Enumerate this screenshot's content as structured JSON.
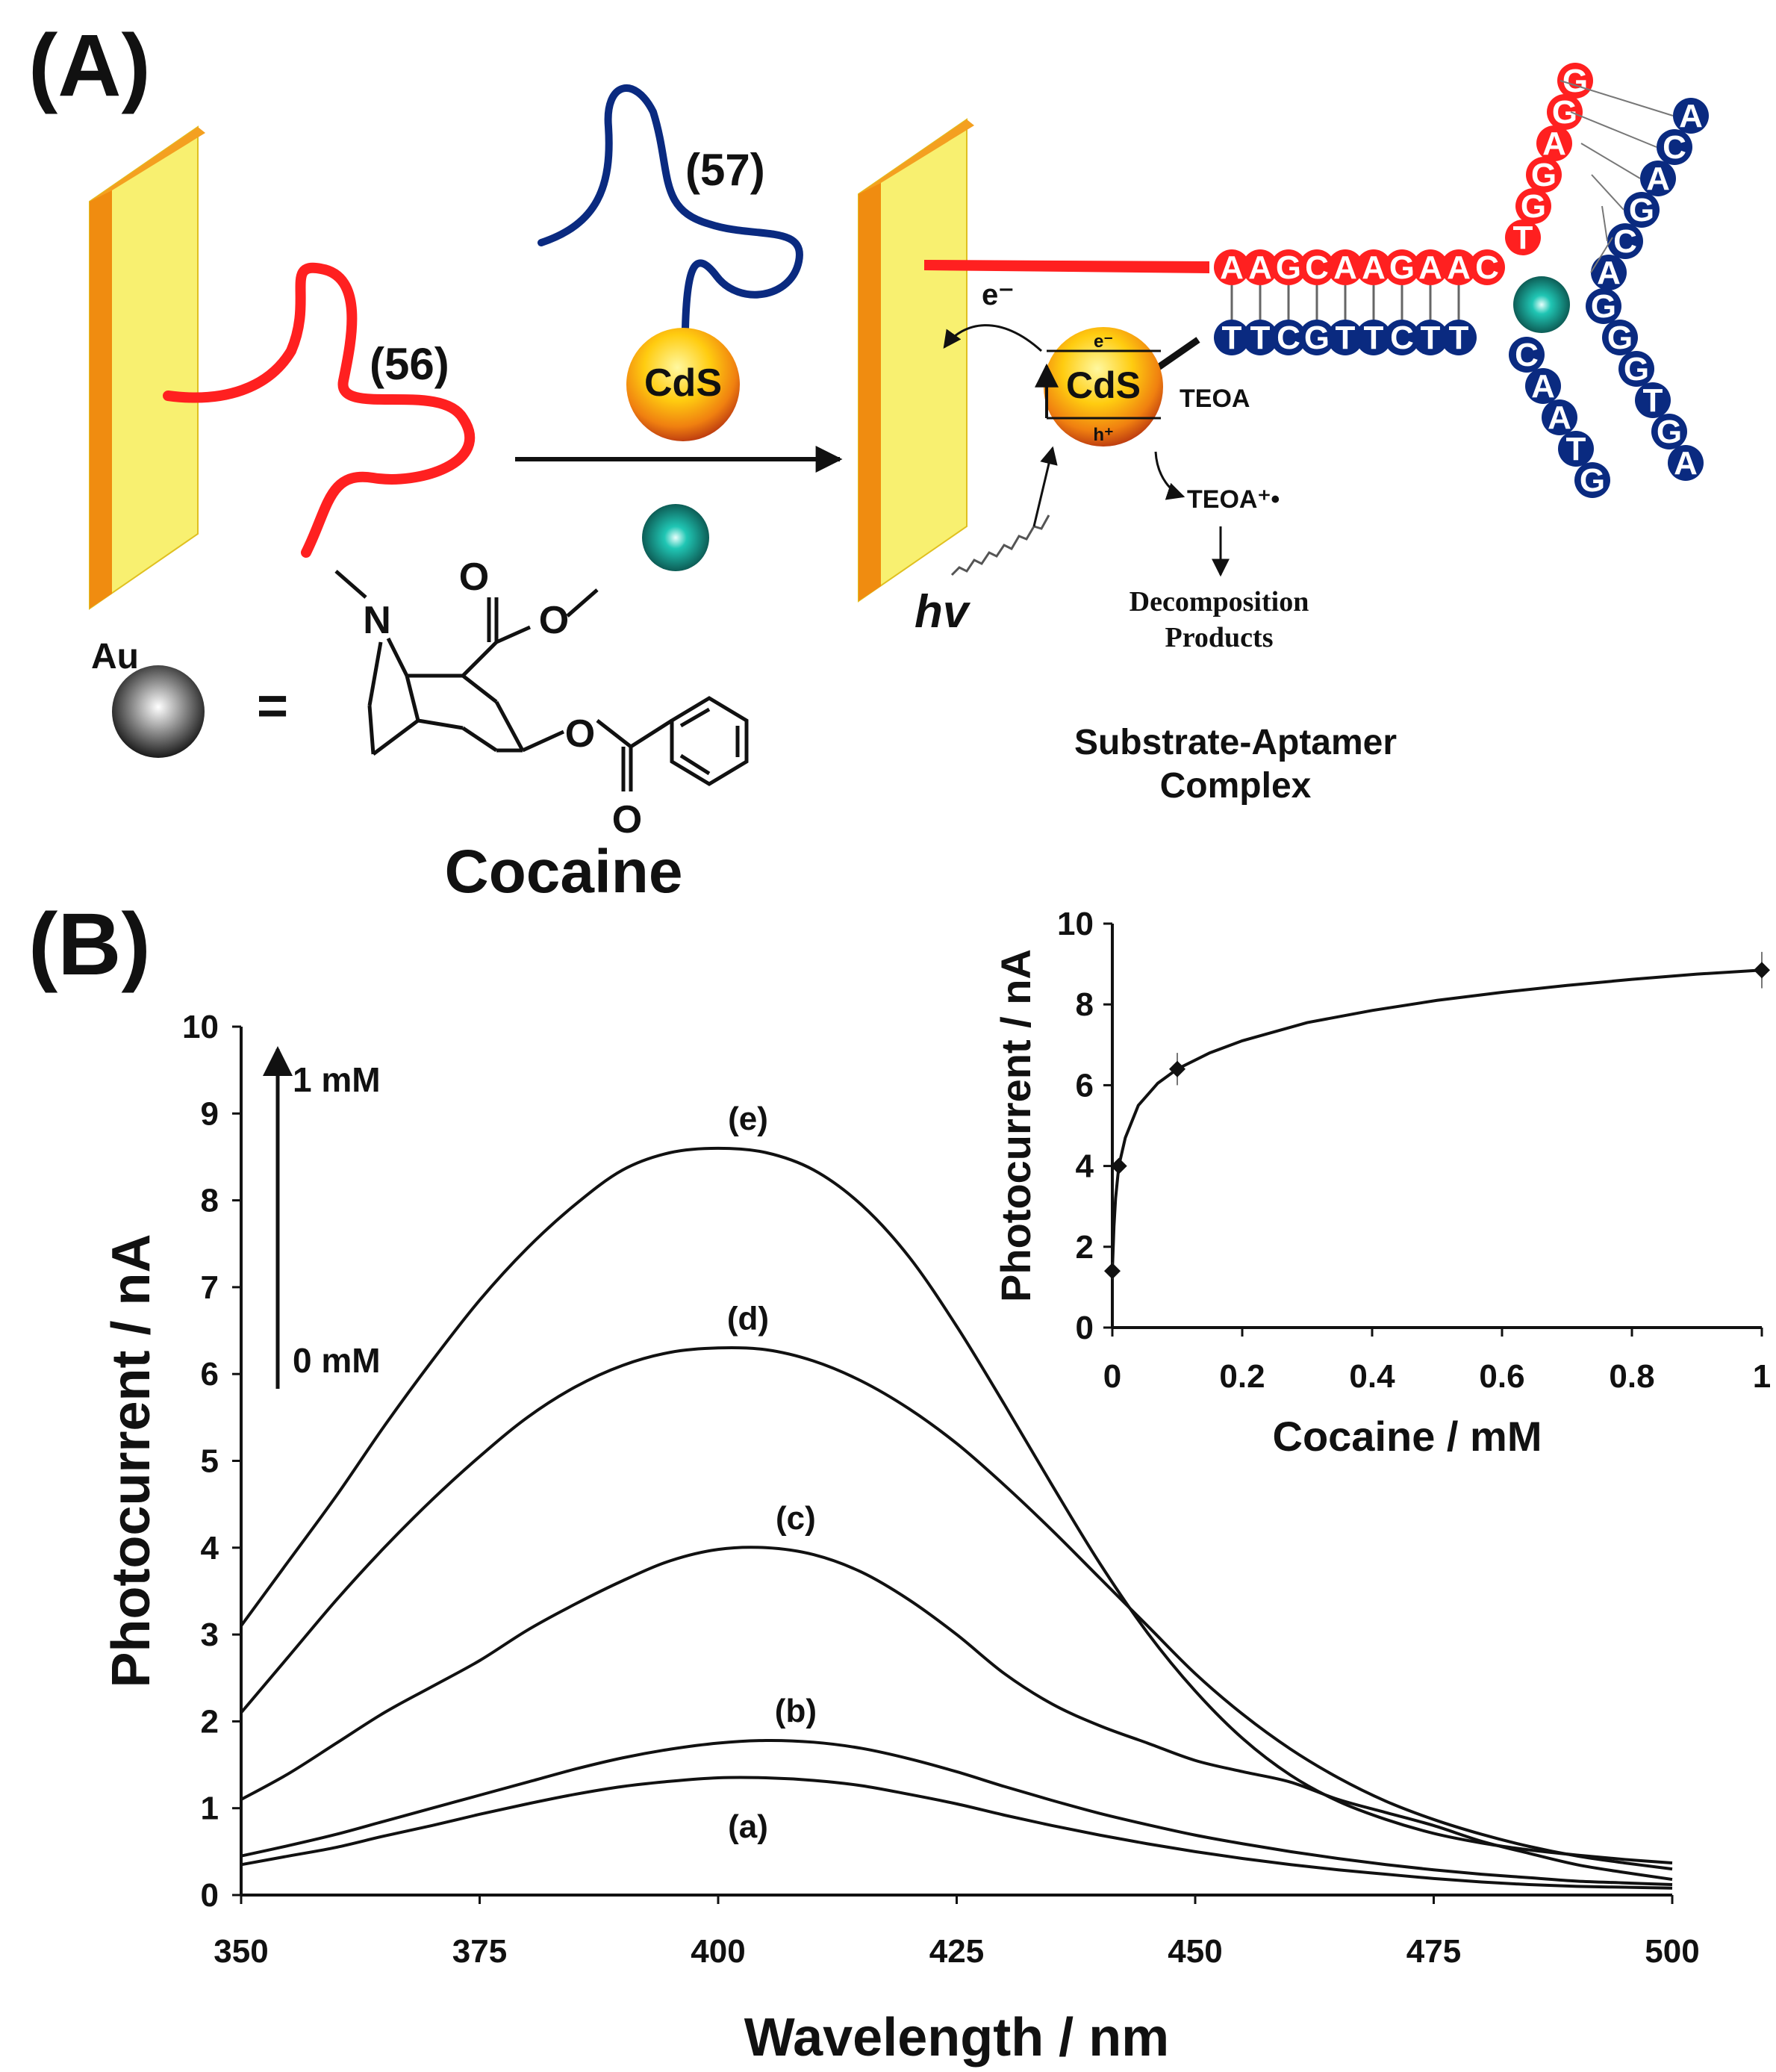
{
  "panel_a": {
    "label": "(A)",
    "strand_56_label": "(56)",
    "strand_57_label": "(57)",
    "cds_label": "CdS",
    "au_label": "Au",
    "equals": "=",
    "cocaine_label": "Cocaine",
    "electron_label": "e⁻",
    "hv_label": "hv",
    "teoa_label": "TEOA",
    "teoa_ox_label": "TEOA⁺•",
    "decomposition_line1": "Decomposition",
    "decomposition_line2": "Products",
    "complex_line1": "Substrate-Aptamer",
    "complex_line2": "Complex",
    "cds_electron": "e⁻",
    "cds_hole": "h⁺",
    "top_strand_sequence": [
      "A",
      "A",
      "G",
      "C",
      "A",
      "A",
      "G",
      "A",
      "A",
      "C"
    ],
    "bottom_strand_sequence": [
      "T",
      "T",
      "C",
      "G",
      "T",
      "T",
      "C",
      "T",
      "T"
    ],
    "red_arm_sequence": [
      "T",
      "G",
      "G",
      "A",
      "G",
      "G"
    ],
    "blue_arm_right": [
      "A",
      "C",
      "A",
      "G",
      "C",
      "A",
      "G",
      "G",
      "G",
      "T",
      "G",
      "A"
    ],
    "blue_lower_left": [
      "C",
      "A",
      "A",
      "T",
      "G"
    ],
    "cocaine_atoms": [
      "N",
      "O",
      "O",
      "O",
      "O"
    ],
    "colors": {
      "red_strand": "#ff2020",
      "blue_strand": "#0a2a80",
      "electrode_face": "#f8f070",
      "electrode_edge": "#f08c10",
      "au_np": "#888888",
      "teal": "#12a89a"
    }
  },
  "panel_b": {
    "label": "(B)",
    "arrow_top_label": "1 mM",
    "arrow_bottom_label": "0 mM",
    "chart_data": [
      {
        "type": "line",
        "xlabel": "Wavelength / nm",
        "ylabel": "Photocurrent / nA",
        "xlim": [
          350,
          500
        ],
        "ylim": [
          0,
          10
        ],
        "x_ticks": [
          350,
          375,
          400,
          425,
          450,
          475,
          500
        ],
        "y_ticks": [
          0,
          1,
          2,
          3,
          4,
          5,
          6,
          7,
          8,
          9,
          10
        ],
        "grid": false,
        "x": [
          350,
          355,
          360,
          365,
          370,
          375,
          380,
          385,
          390,
          395,
          400,
          405,
          410,
          415,
          420,
          425,
          430,
          435,
          440,
          445,
          450,
          455,
          460,
          465,
          470,
          475,
          480,
          485,
          490,
          495,
          500
        ],
        "series": [
          {
            "name": "(a)",
            "values": [
              0.35,
              0.45,
              0.55,
              0.68,
              0.8,
              0.93,
              1.05,
              1.16,
              1.25,
              1.31,
              1.35,
              1.35,
              1.32,
              1.26,
              1.16,
              1.05,
              0.92,
              0.8,
              0.69,
              0.59,
              0.5,
              0.42,
              0.35,
              0.29,
              0.24,
              0.19,
              0.15,
              0.12,
              0.1,
              0.09,
              0.08
            ]
          },
          {
            "name": "(b)",
            "values": [
              0.45,
              0.57,
              0.7,
              0.85,
              1.0,
              1.15,
              1.3,
              1.45,
              1.58,
              1.68,
              1.75,
              1.78,
              1.76,
              1.69,
              1.57,
              1.42,
              1.25,
              1.09,
              0.94,
              0.81,
              0.69,
              0.59,
              0.5,
              0.42,
              0.35,
              0.29,
              0.24,
              0.2,
              0.16,
              0.14,
              0.12
            ]
          },
          {
            "name": "(c)",
            "values": [
              1.1,
              1.4,
              1.75,
              2.1,
              2.4,
              2.7,
              3.05,
              3.35,
              3.62,
              3.85,
              3.98,
              4.0,
              3.92,
              3.72,
              3.4,
              3.0,
              2.55,
              2.2,
              1.95,
              1.75,
              1.55,
              1.42,
              1.3,
              1.1,
              0.95,
              0.8,
              0.62,
              0.48,
              0.35,
              0.26,
              0.18
            ]
          },
          {
            "name": "(d)",
            "values": [
              2.1,
              2.75,
              3.4,
              4.0,
              4.55,
              5.05,
              5.5,
              5.85,
              6.1,
              6.25,
              6.3,
              6.28,
              6.15,
              5.92,
              5.6,
              5.2,
              4.72,
              4.2,
              3.65,
              3.1,
              2.55,
              2.08,
              1.68,
              1.35,
              1.08,
              0.87,
              0.7,
              0.56,
              0.45,
              0.37,
              0.3
            ]
          },
          {
            "name": "(e)",
            "values": [
              3.1,
              3.85,
              4.6,
              5.4,
              6.15,
              6.85,
              7.45,
              7.95,
              8.35,
              8.55,
              8.6,
              8.55,
              8.35,
              7.95,
              7.35,
              6.55,
              5.65,
              4.72,
              3.82,
              3.02,
              2.35,
              1.8,
              1.38,
              1.08,
              0.87,
              0.71,
              0.6,
              0.52,
              0.46,
              0.41,
              0.37
            ]
          }
        ]
      },
      {
        "type": "scatter",
        "xlabel": "Cocaine / mM",
        "ylabel": "Photocurrent / nA",
        "xlim": [
          0,
          1
        ],
        "ylim": [
          0,
          10
        ],
        "x_tick_labels": [
          "0",
          "0.2",
          "0.4",
          "0.6",
          "0.8",
          "1"
        ],
        "y_tick_labels": [
          "0",
          "2",
          "4",
          "6",
          "8",
          "10"
        ],
        "grid": false,
        "points": [
          {
            "x": 0,
            "y": 1.4,
            "err": 0.2
          },
          {
            "x": 0.01,
            "y": 4.0,
            "err": 0.15
          },
          {
            "x": 0.1,
            "y": 6.4,
            "err": 0.4
          },
          {
            "x": 1.0,
            "y": 8.85,
            "err": 0.45
          }
        ],
        "fit_curve": {
          "x": [
            0.0,
            0.0025,
            0.005,
            0.01,
            0.02,
            0.04,
            0.07,
            0.1,
            0.15,
            0.2,
            0.3,
            0.4,
            0.5,
            0.6,
            0.7,
            0.8,
            0.9,
            1.0
          ],
          "y": [
            1.4,
            2.5,
            3.2,
            4.0,
            4.7,
            5.5,
            6.05,
            6.4,
            6.8,
            7.1,
            7.55,
            7.85,
            8.1,
            8.3,
            8.47,
            8.62,
            8.75,
            8.85
          ]
        }
      }
    ]
  }
}
